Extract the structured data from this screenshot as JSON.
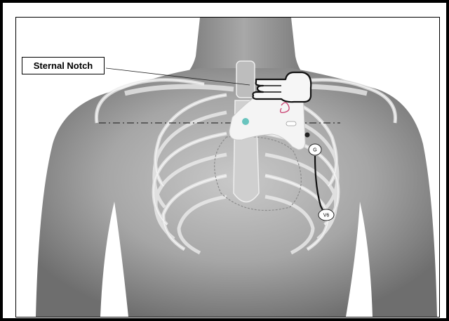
{
  "callout": {
    "label": "Sternal Notch"
  },
  "device": {
    "lead_top_label": "G",
    "lead_bottom_label": "V6",
    "accent_color": "#c83c6e",
    "electrode_color": "#69c4be"
  },
  "colors": {
    "skin_dark": "#7a7a7a",
    "skin_light": "#c9c9c9",
    "bone_outline": "#f2f2f2",
    "frame": "#000000"
  }
}
